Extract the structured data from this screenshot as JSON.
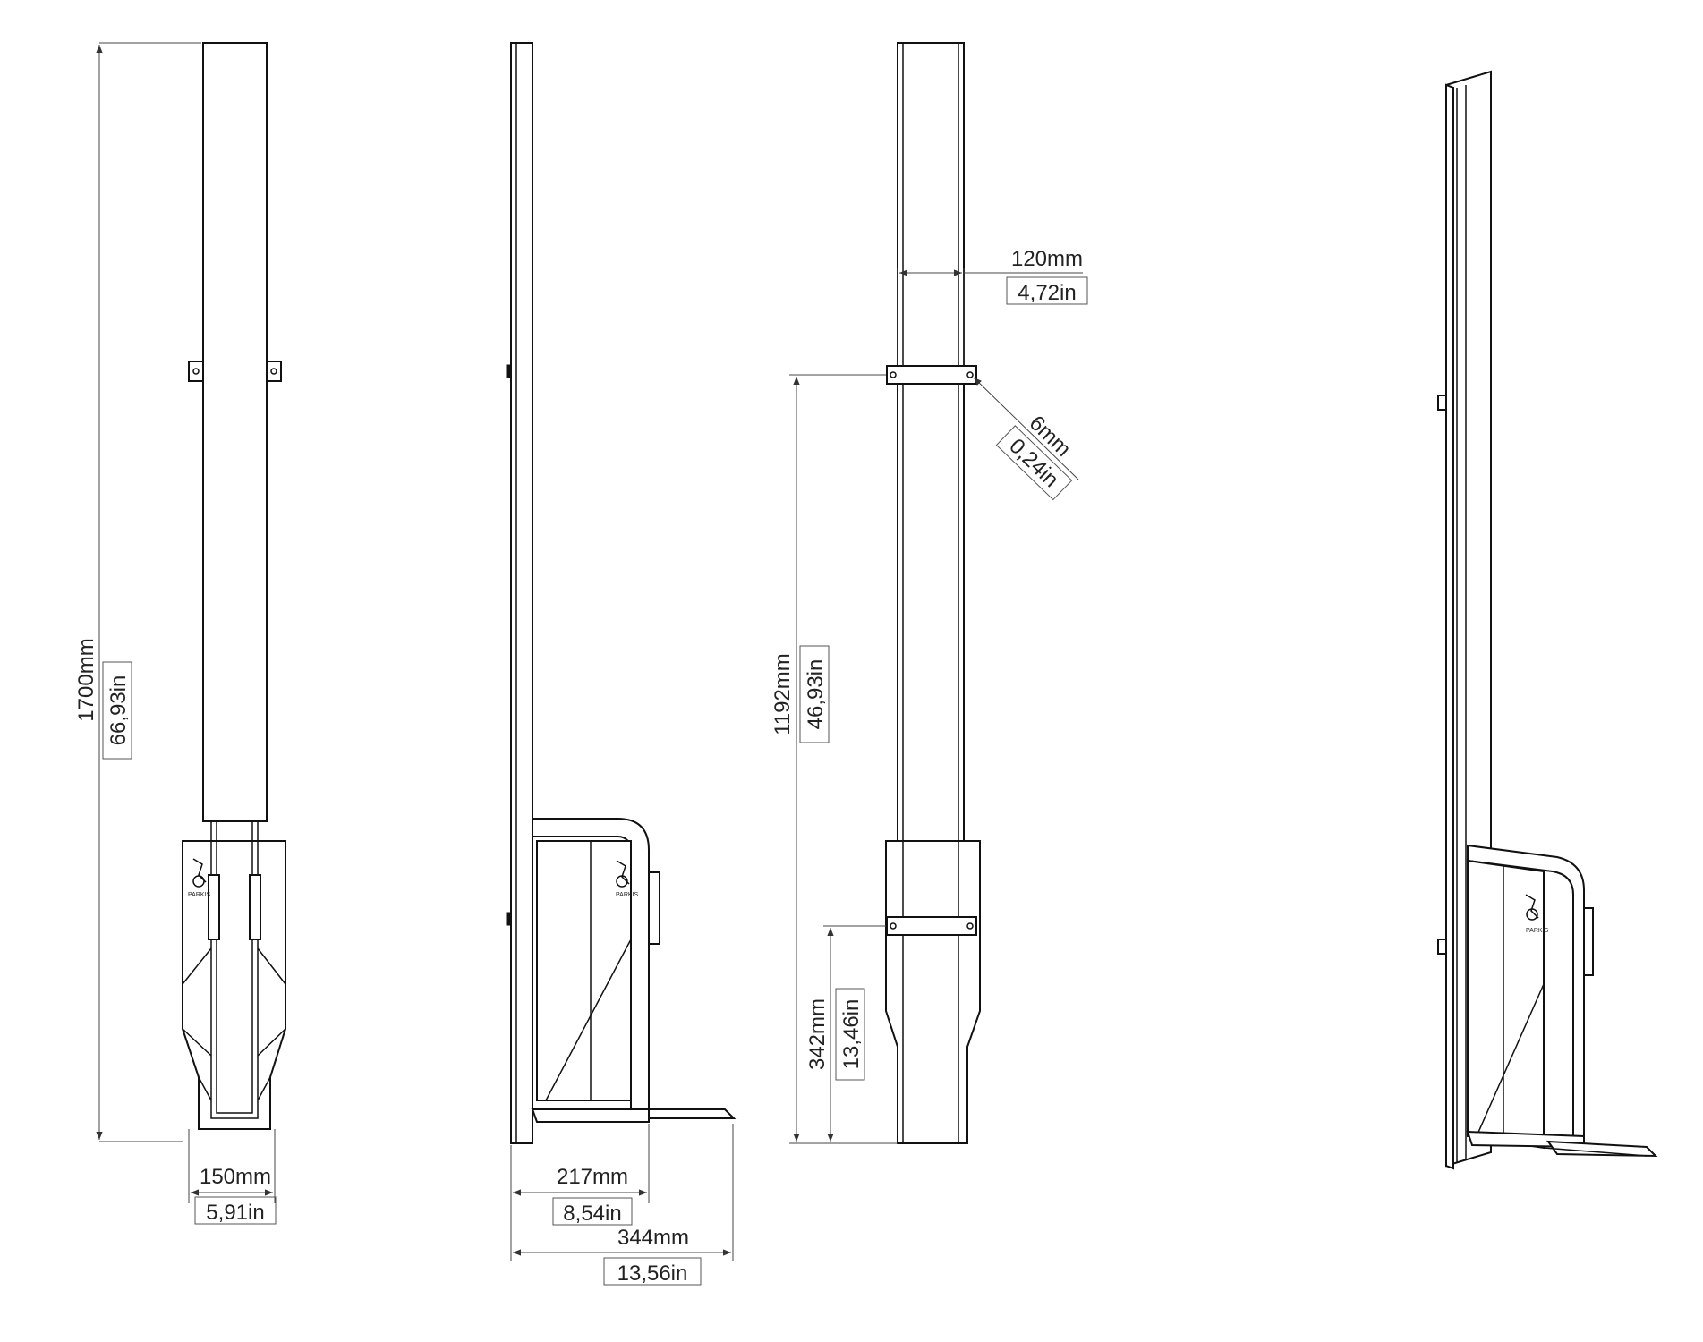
{
  "dimensions": {
    "height_total": {
      "mm": "1700mm",
      "in": "66,93in"
    },
    "width_front": {
      "mm": "150mm",
      "in": "5,91in"
    },
    "depth_base": {
      "mm": "217mm",
      "in": "8,54in"
    },
    "depth_total": {
      "mm": "344mm",
      "in": "13,56in"
    },
    "post_width": {
      "mm": "120mm",
      "in": "4,72in"
    },
    "hole_dia": {
      "mm": "6mm",
      "in": "0,24in"
    },
    "bracket_upper_height": {
      "mm": "1192mm",
      "in": "46,93in"
    },
    "bracket_lower_height": {
      "mm": "342mm",
      "in": "13,46in"
    }
  },
  "logo": {
    "text": "PARKIS"
  }
}
